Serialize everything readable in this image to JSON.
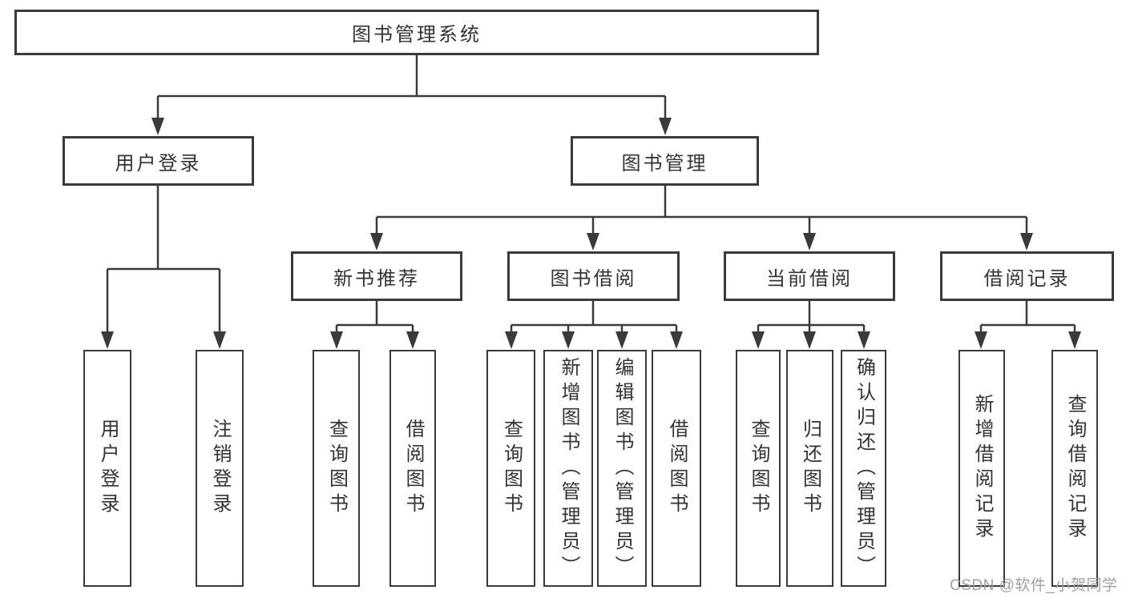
{
  "diagram": {
    "title_node": "图书管理系统",
    "level2": [
      "用户登录",
      "图书管理"
    ],
    "level3": [
      "新书推荐",
      "图书借阅",
      "当前借阅",
      "借阅记录"
    ],
    "leaves": {
      "user_login": [
        "用户登录",
        "注销登录"
      ],
      "new_book_recommend": [
        "查询图书",
        "借阅图书"
      ],
      "book_borrow": [
        "查询图书",
        "新增图书（管理员）",
        "编辑图书（管理员）",
        "借阅图书"
      ],
      "current_borrow": [
        "查询图书",
        "归还图书",
        "确认归还（管理员）"
      ],
      "borrow_record": [
        "新增借阅记录",
        "查询借阅记录"
      ]
    },
    "colors": {
      "line": "#3a3a3a",
      "box_border": "#3a3a3a",
      "text": "#333333",
      "background": "#ffffff",
      "watermark": "#9ca0a8"
    }
  },
  "watermark": {
    "text": "CSDN @软件_小贺同学"
  }
}
